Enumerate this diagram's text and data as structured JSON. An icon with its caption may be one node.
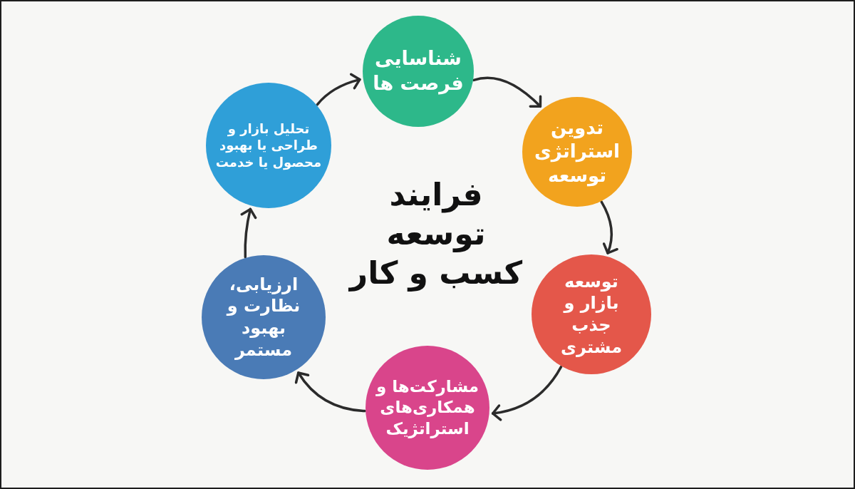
{
  "diagram": {
    "title": "فرایند توسعه کسب و کار",
    "nodes": [
      {
        "text": [
          "شناسایی فرصت ها"
        ]
      },
      {
        "text": [
          "تدوین استراتژی توسعه"
        ]
      },
      {
        "text": [
          "توسعه بازار و جذب مشتری"
        ]
      },
      {
        "text": [
          "مشارکت‌ها و همکاری‌های استراتژیک"
        ]
      },
      {
        "text": [
          "ارزیابی، نظارت و بهبود مستمر"
        ]
      },
      {
        "text": [
          "تحلیل بازار و طراحی یا بهبود محصول یا خدمت"
        ]
      }
    ],
    "edges": [
      {
        "from": 0,
        "to": 1,
        "arrow": "to"
      },
      {
        "from": 1,
        "to": 2,
        "arrow": "to"
      },
      {
        "from": 2,
        "to": 3,
        "arrow": "to"
      },
      {
        "from": 3,
        "to": 4,
        "arrow": "to"
      },
      {
        "from": 4,
        "to": 5,
        "arrow": "to"
      },
      {
        "from": 5,
        "to": 0,
        "arrow": "to"
      }
    ]
  }
}
